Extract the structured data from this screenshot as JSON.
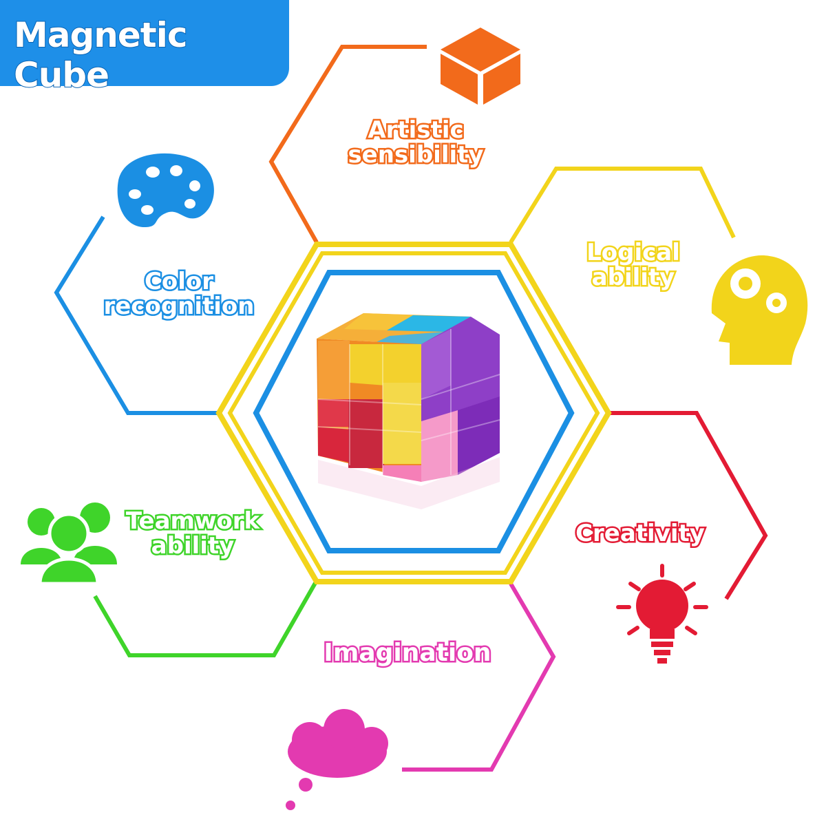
{
  "banner": {
    "title": "Magnetic Cube"
  },
  "skills": {
    "artistic": "Artistic sensibility",
    "logical": "Logical ability",
    "color": "Color recognition",
    "teamwork": "Teamwork ability",
    "creativity": "Creativity",
    "imagination": "Imagination"
  },
  "skills_lines": {
    "artistic": [
      "Artistic",
      "sensibility"
    ],
    "logical": [
      "Logical",
      "ability"
    ],
    "color": [
      "Color",
      "recognition"
    ],
    "teamwork": [
      "Teamwork",
      "ability"
    ]
  },
  "colors": {
    "banner": "#1e8fe8",
    "artistic": "#f26a1b",
    "logical": "#f2d41b",
    "color": "#1b8fe3",
    "teamwork": "#3fd42a",
    "creativity": "#e31b34",
    "imagination": "#e33ab0"
  },
  "icons": {
    "artistic": "cube-icon",
    "logical": "head-gears-icon",
    "color": "palette-icon",
    "teamwork": "people-group-icon",
    "creativity": "lightbulb-icon",
    "imagination": "thought-cloud-icon"
  }
}
